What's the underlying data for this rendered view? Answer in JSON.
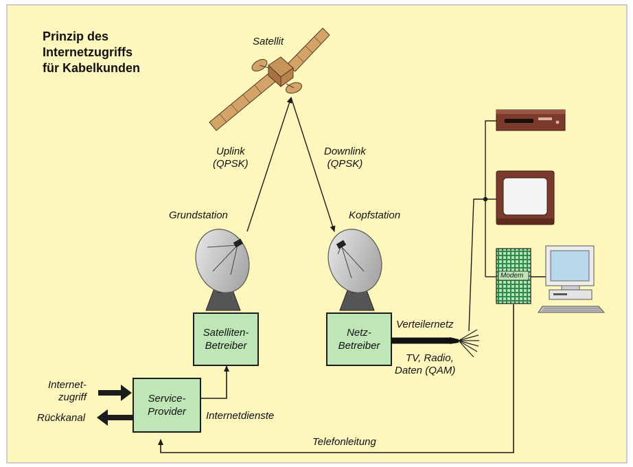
{
  "colors": {
    "background": "#fdf6bd",
    "frame": "#bdbdbd",
    "box_fill": "#bfe6b6",
    "line": "#1c1c1c",
    "satellite": "#d4a368",
    "dish": "#c9c9c9",
    "device_brown": "#7a3a2c",
    "screen": "#b8d8ea",
    "modem": "#2e8a4a"
  },
  "title": {
    "line1": "Prinzip des",
    "line2": "Internetzugriffs",
    "line3": "für Kabelkunden"
  },
  "labels": {
    "satellit": "Satellit",
    "uplink": "Uplink",
    "uplink_mod": "(QPSK)",
    "downlink": "Downlink",
    "downlink_mod": "(QPSK)",
    "grundstation": "Grundstation",
    "kopfstation": "Kopfstation",
    "verteilernetz": "Verteilernetz",
    "tv_radio": "TV, Radio,",
    "daten": "Daten (QAM)",
    "internetzugriff_1": "Internet-",
    "internetzugriff_2": "zugriff",
    "rueckkanal": "Rückkanal",
    "internetdienste": "Internetdienste",
    "telefonleitung": "Telefonleitung",
    "modem": "Modem"
  },
  "boxes": {
    "satelliten_betreiber": {
      "line1": "Satelliten-",
      "line2": "Betreiber"
    },
    "netz_betreiber": {
      "line1": "Netz-",
      "line2": "Betreiber"
    },
    "service_provider": {
      "line1": "Service-",
      "line2": "Provider"
    }
  },
  "icons": {
    "satellite": "satellite-icon",
    "dish_left": "satellite-dish-icon",
    "dish_right": "satellite-dish-icon",
    "vcr": "video-recorder-icon",
    "tv": "television-icon",
    "modem": "cable-modem-icon",
    "computer": "computer-icon"
  }
}
